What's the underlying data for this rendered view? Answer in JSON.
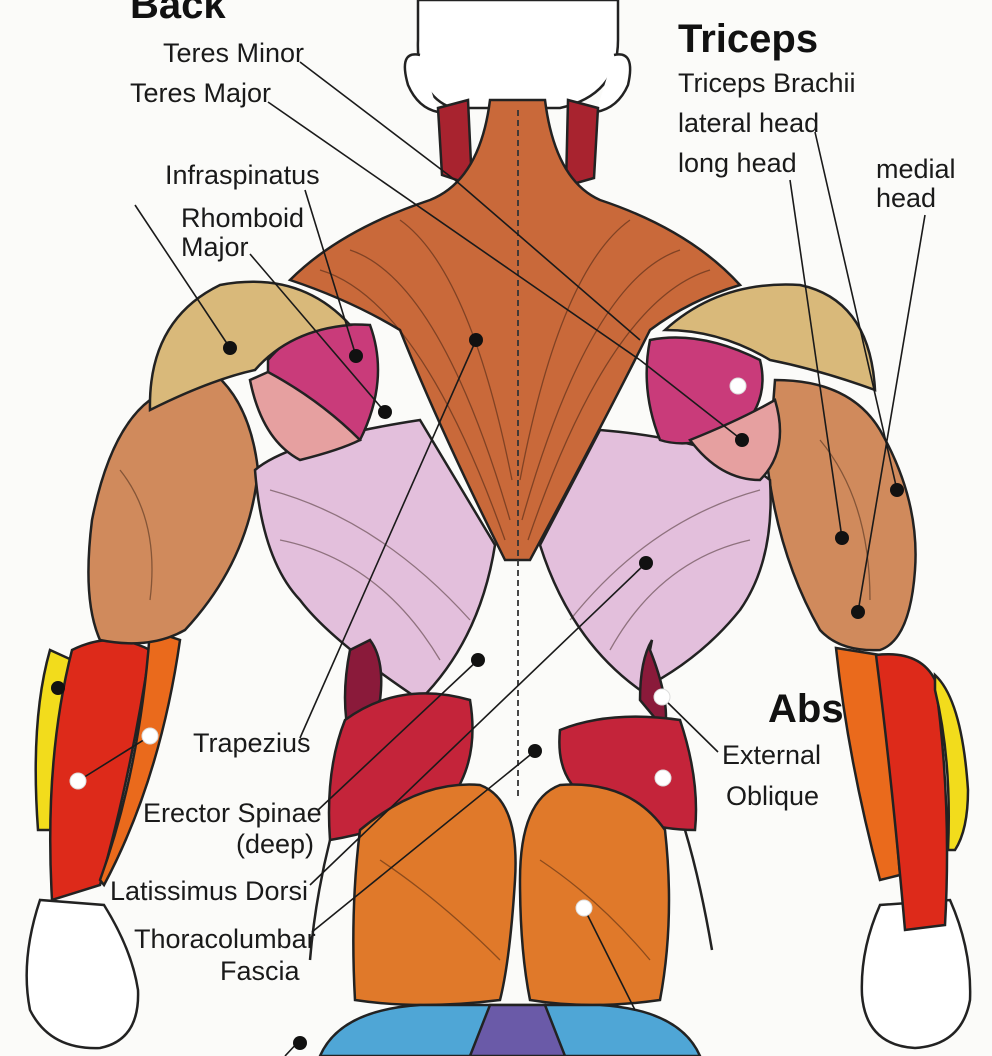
{
  "headings": {
    "back": "Back",
    "triceps": "Triceps",
    "abs": "Abs"
  },
  "labels": {
    "teres_minor": "Teres Minor",
    "teres_major": "Teres Major",
    "infraspinatus": "Infraspinatus",
    "rhomboid_line1": "Rhomboid",
    "rhomboid_line2": "Major",
    "trapezius": "Trapezius",
    "erector_line1": "Erector Spinae",
    "erector_line2": "(deep)",
    "latissimus": "Latissimus Dorsi",
    "thoraco_line1": "Thoracolumbar",
    "thoraco_line2": "Fascia",
    "triceps_brachii": "Triceps Brachii",
    "lateral_head": "lateral head",
    "long_head": "long head",
    "medial_line1": "medial",
    "medial_line2": "head",
    "external": "External",
    "oblique": "Oblique"
  },
  "colors": {
    "trapezius": "#c9693a",
    "latissimus": "#e3bfdc",
    "deltoid": "#d9b97a",
    "triceps": "#d08a5c",
    "infraspinatus": "#c93b7a",
    "teres": "#e6a0a0",
    "forearm_red": "#dd2a1a",
    "forearm_orange": "#ea6a1c",
    "forearm_yellow": "#f2dc1c",
    "oblique_red": "#c4243a",
    "glute_orange": "#e0792a",
    "erector": "#8a1a3a",
    "hip_blue": "#4fa6d6",
    "skin_outline": "#222222"
  }
}
